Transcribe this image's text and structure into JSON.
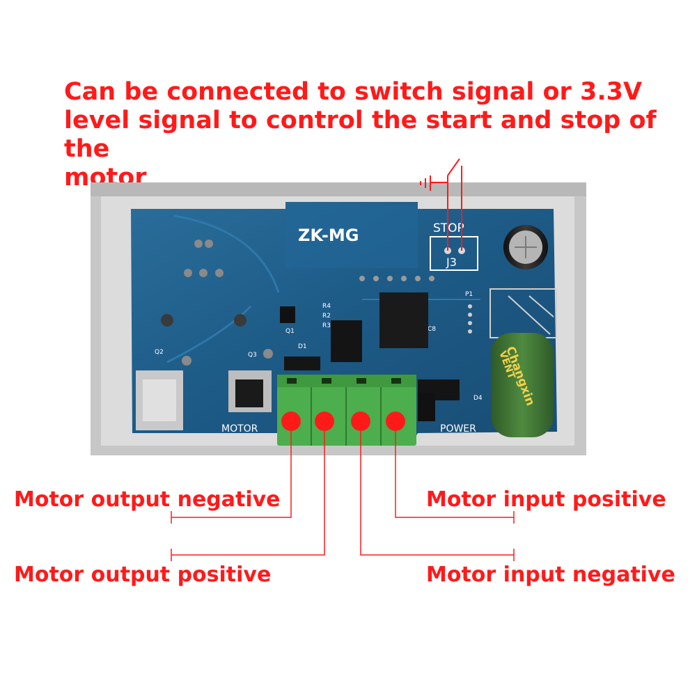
{
  "headline": {
    "line1": "Can be connected to switch signal or 3.3V",
    "line2": "level signal to control the start and stop of the",
    "line3": "motor"
  },
  "board": {
    "model": "ZK-MG",
    "stop_label": "STOP",
    "connector_label": "J3",
    "motor_label": "MOTOR",
    "power_label": "POWER",
    "capacitor_brand": "Changxin",
    "capacitor_series": "VENT",
    "refs": {
      "r4": "R4",
      "r2": "R2",
      "r3": "R3",
      "q1": "Q1",
      "d1": "D1",
      "q2": "Q2",
      "q3": "Q3",
      "c8": "C8",
      "p1": "P1",
      "d4": "D4"
    }
  },
  "labels": {
    "motor_output_negative": "Motor output negative",
    "motor_output_positive": "Motor output positive",
    "motor_input_positive": "Motor input positive",
    "motor_input_negative": "Motor input negative"
  },
  "colors": {
    "annotation": "#ff1a1a",
    "pcb": "#1f5f8b",
    "terminal": "#4cae4c",
    "enclosure": "#c9c9c9"
  }
}
